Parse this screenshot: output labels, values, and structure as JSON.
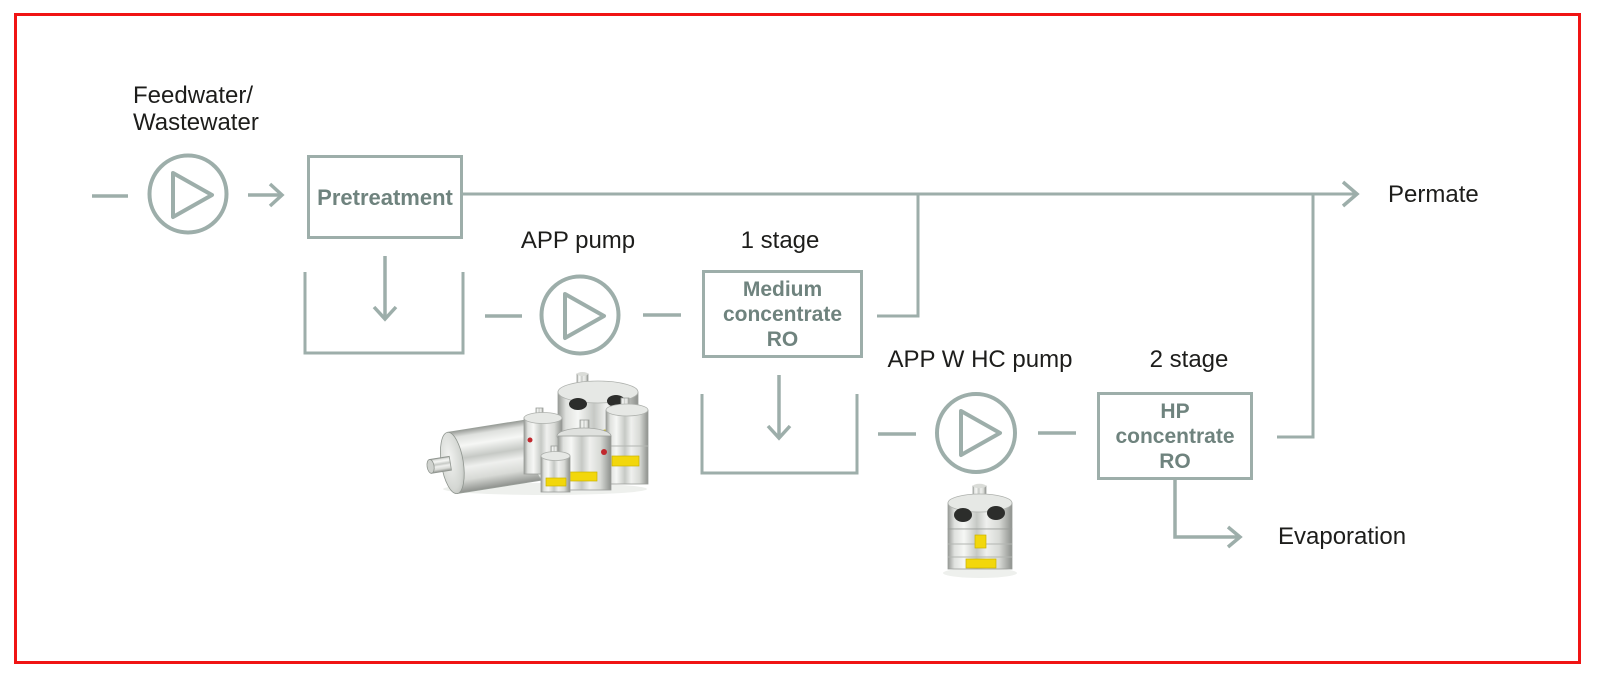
{
  "labels": {
    "feedwater_line1": "Feedwater/",
    "feedwater_line2": "Wastewater",
    "app_pump": "APP pump",
    "stage_1": "1 stage",
    "app_w_hc_pump": "APP W HC pump",
    "stage_2": "2 stage",
    "permate": "Permate",
    "evaporation": "Evaporation"
  },
  "boxes": {
    "pretreatment": {
      "label": "Pretreatment"
    },
    "medium_concentrate_ro": {
      "line1": "Medium",
      "line2": "concentrate",
      "line3": "RO"
    },
    "hp_concentrate_ro": {
      "line1": "HP",
      "line2": "concentrate",
      "line3": "RO"
    }
  },
  "icons": {
    "feed_pump": "pump-circle-triangle-icon",
    "app_pump": "pump-circle-triangle-icon",
    "app_w_hc_pump": "pump-circle-triangle-icon",
    "pump_family_photo": "app-pump-family-photo",
    "single_pump_photo": "app-w-hc-pump-photo"
  },
  "colors": {
    "diagram_line": "#9daeaa",
    "box_text": "#6f837e",
    "label_text": "#1d1d1b",
    "frame_red": "#f01414",
    "warning_label_yellow": "#f2d70c"
  }
}
